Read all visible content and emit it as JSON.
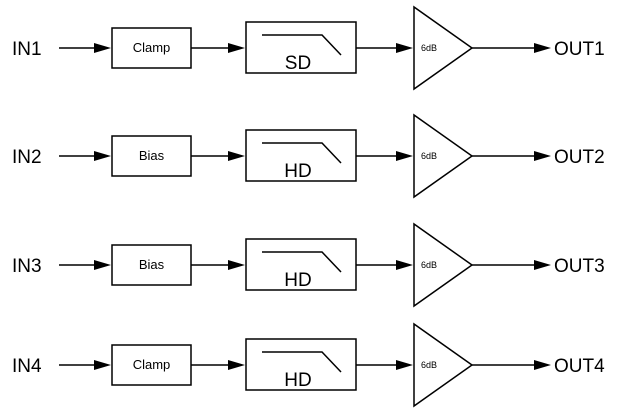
{
  "channels": [
    {
      "input": "IN1",
      "stage1": "Clamp",
      "filter": "SD",
      "gain": "6dB",
      "output": "OUT1"
    },
    {
      "input": "IN2",
      "stage1": "Bias",
      "filter": "HD",
      "gain": "6dB",
      "output": "OUT2"
    },
    {
      "input": "IN3",
      "stage1": "Bias",
      "filter": "HD",
      "gain": "6dB",
      "output": "OUT3"
    },
    {
      "input": "IN4",
      "stage1": "Clamp",
      "filter": "HD",
      "gain": "6dB",
      "output": "OUT4"
    }
  ]
}
